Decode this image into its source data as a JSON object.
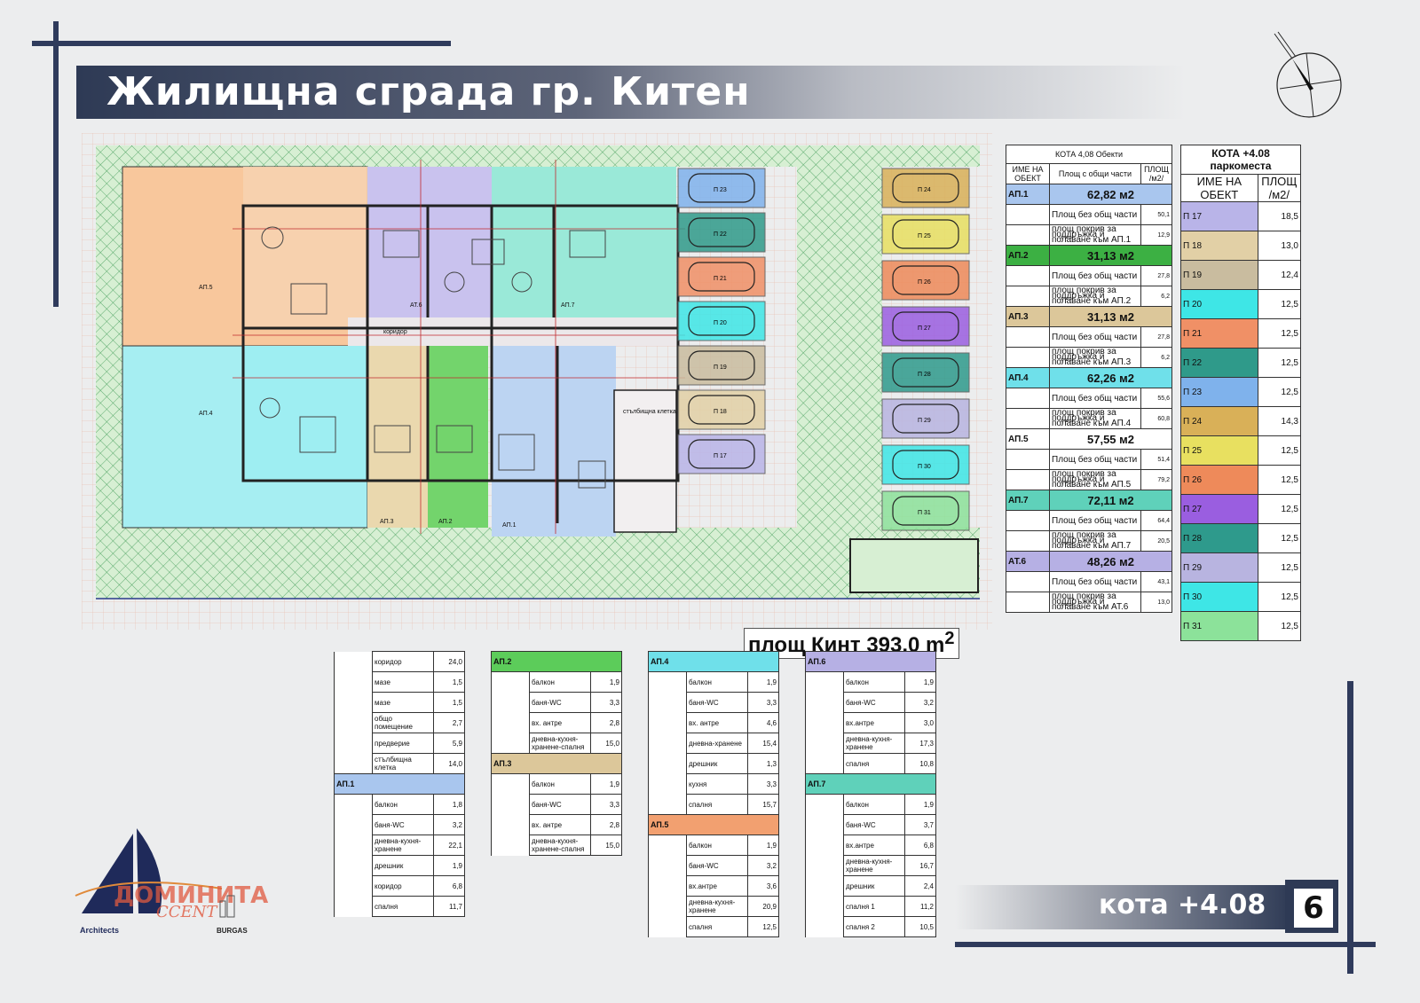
{
  "title": "Жилищна сграда гр. Китен",
  "area_label": "площ Кинт 393,0 m",
  "area_sup": "2",
  "footer": {
    "level": "кота +4.08",
    "page": "6"
  },
  "logo": {
    "name": "ДОМИНИТА",
    "sub": "CCENT",
    "left": "Architects",
    "right": "BURGAS"
  },
  "colors": {
    "ap1": "#8ab4e6",
    "ap2": "#40c14a",
    "ap3": "#dcc79a",
    "ap4": "#6fe0ea",
    "ap6": "#b6b0e4",
    "ap7": "#5fd1ba",
    "ap5": "#f4b88a",
    "navy": "#2e3a55"
  },
  "objects_table": {
    "title": "КОТА 4,08 Обекти",
    "headers": [
      "ИМЕ НА ОБЕКТ",
      "Площ с общи части",
      "ПЛОЩ /м2/"
    ],
    "apartments": [
      {
        "name": "АП.1",
        "area": "62,82 м2",
        "color": "#a9c6ee",
        "rows": [
          {
            "label": "Площ без общ части",
            "value": "50,1"
          },
          {
            "label": "площ покрив за поддръжка и полаване към АП.1",
            "value": "12,9"
          }
        ]
      },
      {
        "name": "АП.2",
        "area": "31,13 м2",
        "color": "#3cb043",
        "rows": [
          {
            "label": "Площ без общ части",
            "value": "27,8"
          },
          {
            "label": "площ покрив за поддръжка и полаване към АП.2",
            "value": "6,2"
          }
        ]
      },
      {
        "name": "АП.3",
        "area": "31,13 м2",
        "color": "#dcc79a",
        "rows": [
          {
            "label": "Площ без общ части",
            "value": "27,8"
          },
          {
            "label": "площ покрив за поддръжка и полаване към АП.3",
            "value": "6,2"
          }
        ]
      },
      {
        "name": "АП.4",
        "area": "62,26 м2",
        "color": "#6fe0ea",
        "rows": [
          {
            "label": "Площ без общ части",
            "value": "55,6"
          },
          {
            "label": "площ покрив за поддръжка и полаване към АП.4",
            "value": "60,8"
          }
        ]
      },
      {
        "name": "АП.5",
        "area": "57,55 м2",
        "color": "#ffffff",
        "rows": [
          {
            "label": "Площ без общ части",
            "value": "51,4"
          },
          {
            "label": "площ покрив за поддръжка и полаване към АП.5",
            "value": "79,2"
          }
        ]
      },
      {
        "name": "АП.7",
        "area": "72,11 м2",
        "color": "#5fd1ba",
        "rows": [
          {
            "label": "Площ без общ части",
            "value": "64,4"
          },
          {
            "label": "площ покрив за поддръжка и полаване към АП.7",
            "value": "20,5"
          }
        ]
      },
      {
        "name": "АТ.6",
        "area": "48,26 м2",
        "color": "#b6b0e4",
        "rows": [
          {
            "label": "Площ без общ части",
            "value": "43,1"
          },
          {
            "label": "площ покрив за поддръжка и полаване към АТ.6",
            "value": "13,0"
          }
        ]
      }
    ]
  },
  "parking_table": {
    "title": "КОТА +4.08 паркоместа",
    "headers": [
      "ИМЕ НА ОБЕКТ",
      "ПЛОЩ /м2/"
    ],
    "rows": [
      {
        "name": "П 17",
        "value": "18,5",
        "color": "#b9b4e8"
      },
      {
        "name": "П 18",
        "value": "13,0",
        "color": "#e2d0a6"
      },
      {
        "name": "П 19",
        "value": "12,4",
        "color": "#c9bc9f"
      },
      {
        "name": "П 20",
        "value": "12,5",
        "color": "#3ee6e6"
      },
      {
        "name": "П 21",
        "value": "12,5",
        "color": "#f09066"
      },
      {
        "name": "П 22",
        "value": "12,5",
        "color": "#2f9a8a"
      },
      {
        "name": "П 23",
        "value": "12,5",
        "color": "#7fb2ec"
      },
      {
        "name": "П 24",
        "value": "14,3",
        "color": "#d9b058"
      },
      {
        "name": "П 25",
        "value": "12,5",
        "color": "#e8e060"
      },
      {
        "name": "П 26",
        "value": "12,5",
        "color": "#ee8a5a"
      },
      {
        "name": "П 27",
        "value": "12,5",
        "color": "#9a5ee0"
      },
      {
        "name": "П 28",
        "value": "12,5",
        "color": "#2e9a8c"
      },
      {
        "name": "П 29",
        "value": "12,5",
        "color": "#b8b4e0"
      },
      {
        "name": "П 30",
        "value": "12,5",
        "color": "#3ee6e6"
      },
      {
        "name": "П 31",
        "value": "12,5",
        "color": "#8ce29a"
      }
    ]
  },
  "rooms_col1": {
    "groups": [
      {
        "header": "",
        "color": "",
        "rows": [
          [
            "коридор",
            "24,0"
          ],
          [
            "мазе",
            "1,5"
          ],
          [
            "мазе",
            "1,5"
          ],
          [
            "общо помещение",
            "2,7"
          ],
          [
            "предверие",
            "5,9"
          ],
          [
            "стълбищна клетка",
            "14,0"
          ]
        ]
      },
      {
        "header": "АП.1",
        "color": "#a9c6ee",
        "rows": [
          [
            "балкон",
            "1,8"
          ],
          [
            "баня-WC",
            "3,2"
          ],
          [
            "дневна-кухня-хранене",
            "22,1"
          ],
          [
            "дрешник",
            "1,9"
          ],
          [
            "коридор",
            "6,8"
          ],
          [
            "спалня",
            "11,7"
          ]
        ]
      }
    ]
  },
  "rooms_col2": {
    "groups": [
      {
        "header": "АП.2",
        "color": "#5ccc5a",
        "rows": [
          [
            "балкон",
            "1,9"
          ],
          [
            "баня-WC",
            "3,3"
          ],
          [
            "вх. антре",
            "2,8"
          ],
          [
            "дневна-кухня-хранене-спалня",
            "15,0"
          ]
        ]
      },
      {
        "header": "АП.3",
        "color": "#dcc79a",
        "rows": [
          [
            "балкон",
            "1,9"
          ],
          [
            "баня-WC",
            "3,3"
          ],
          [
            "вх. антре",
            "2,8"
          ],
          [
            "дневна-кухня-хранене-спалня",
            "15,0"
          ]
        ]
      }
    ]
  },
  "rooms_col3": {
    "groups": [
      {
        "header": "АП.4",
        "color": "#6fe0ea",
        "rows": [
          [
            "балкон",
            "1,9"
          ],
          [
            "баня-WC",
            "3,3"
          ],
          [
            "вх. антре",
            "4,6"
          ],
          [
            "дневна-хранене",
            "15,4"
          ],
          [
            "дрешник",
            "1,3"
          ],
          [
            "кухня",
            "3,3"
          ],
          [
            "спалня",
            "15,7"
          ]
        ]
      },
      {
        "header": "АП.5",
        "color": "#f2a070",
        "rows": [
          [
            "балкон",
            "1,9"
          ],
          [
            "баня-WC",
            "3,2"
          ],
          [
            "вх.антре",
            "3,6"
          ],
          [
            "дневна-кухня-хранене",
            "20,9"
          ],
          [
            "спалня",
            "12,5"
          ]
        ]
      }
    ]
  },
  "rooms_col4": {
    "groups": [
      {
        "header": "АП.6",
        "color": "#b6b0e4",
        "rows": [
          [
            "балкон",
            "1,9"
          ],
          [
            "баня-WC",
            "3,2"
          ],
          [
            "вх.антре",
            "3,0"
          ],
          [
            "дневна-кухня-хранене",
            "17,3"
          ],
          [
            "спалня",
            "10,8"
          ]
        ]
      },
      {
        "header": "АП.7",
        "color": "#5fd1ba",
        "rows": [
          [
            "балкон",
            "1,9"
          ],
          [
            "баня-WC",
            "3,7"
          ],
          [
            "вх.антре",
            "6,8"
          ],
          [
            "дневна-кухня-хранене",
            "16,7"
          ],
          [
            "дрешник",
            "2,4"
          ],
          [
            "спалня 1",
            "11,2"
          ],
          [
            "спалня 2",
            "10,5"
          ]
        ]
      }
    ]
  },
  "plan": {
    "labels": [
      {
        "id": "ap5",
        "text": "АП.5"
      },
      {
        "id": "ap4",
        "text": "АП.4"
      },
      {
        "id": "ap3",
        "text": "АП.3"
      },
      {
        "id": "ap2",
        "text": "АП.2"
      },
      {
        "id": "ap1",
        "text": "АП.1"
      },
      {
        "id": "ap6",
        "text": "АТ.6"
      },
      {
        "id": "ap7",
        "text": "АП.7"
      },
      {
        "id": "corridor",
        "text": "коридор"
      },
      {
        "id": "stairs",
        "text": "стълбищна клетка"
      }
    ],
    "parking_left": [
      "П 23",
      "П 22",
      "П 21",
      "П 20",
      "П 19",
      "П 18",
      "П 17"
    ],
    "parking_right": [
      "П 24",
      "П 25",
      "П 26",
      "П 27",
      "П 28",
      "П 29",
      "П 30",
      "П 31"
    ]
  }
}
